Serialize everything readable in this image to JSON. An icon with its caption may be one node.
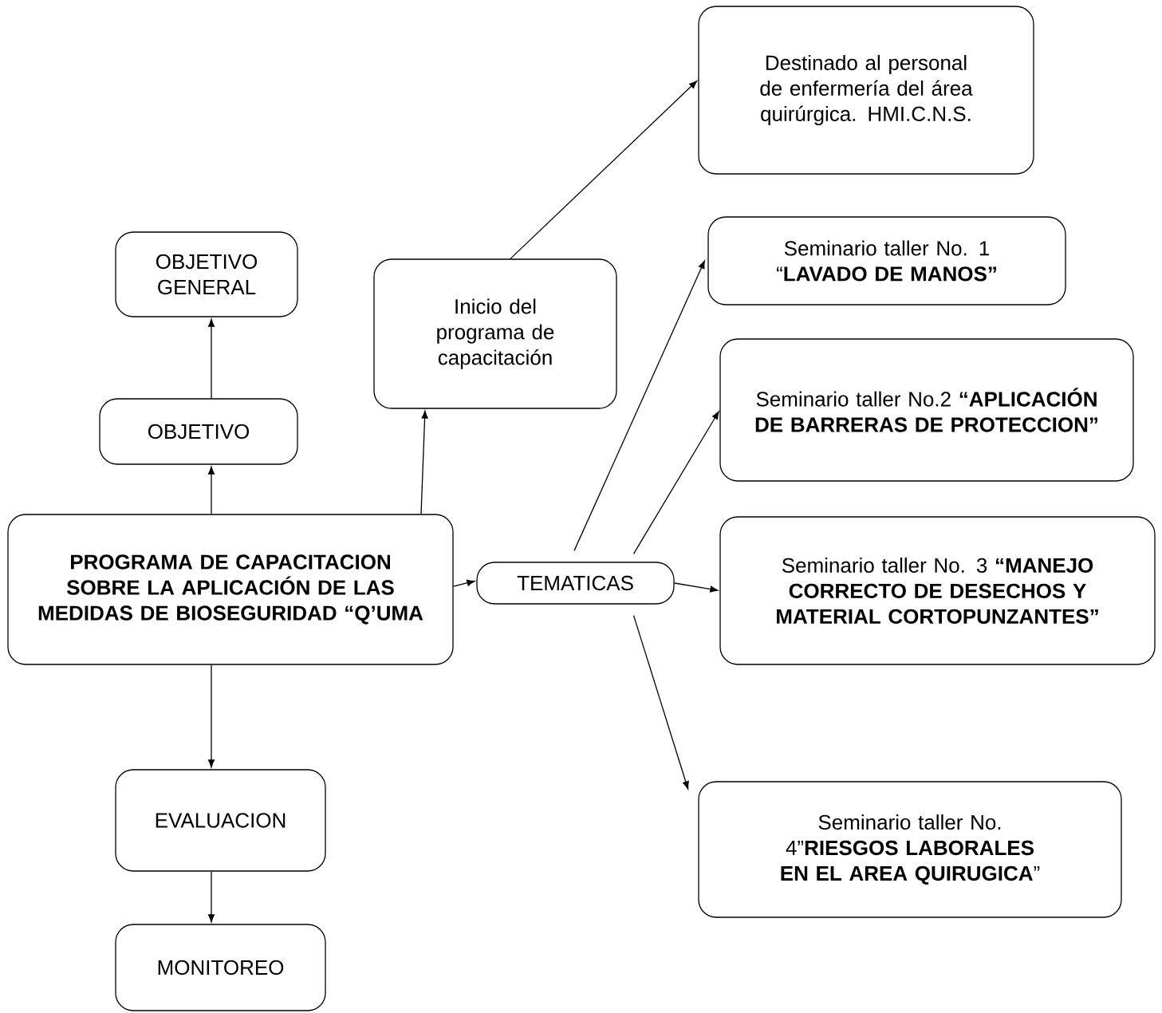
{
  "diagram": {
    "nodes": [
      {
        "text": [
          "PROGRAMA DE CAPACITACION SOBRE LA APLICACIÓN DE LAS MEDIDAS DE BIOSEGURIDAD “Q’UMA"
        ]
      },
      {
        "text": [
          "OBJETIVO"
        ]
      },
      {
        "text": [
          "OBJETIVO GENERAL"
        ]
      },
      {
        "text": [
          "EVALUACION"
        ]
      },
      {
        "text": [
          "MONITOREO"
        ]
      },
      {
        "text": [
          "Inicio del programa de capacitación"
        ]
      },
      {
        "text": [
          "Destinado  al personal de enfermería del área quirúrgica. HMI.C.N.S."
        ]
      },
      {
        "text": [
          "TEMATICAS"
        ]
      },
      {
        "text": [
          "Seminario taller No. 1 “**LAVADO DE MANOS”**"
        ]
      },
      {
        "text": [
          "Seminario taller No.2 **“APLICACIÓN DE BARRERAS DE PROTECCION”**"
        ]
      },
      {
        "text": [
          "Seminario taller No. 3 **“MANEJO CORRECTO DE DESECHOS Y MATERIAL CORTOPUNZANTES”**"
        ]
      },
      {
        "text": [
          "Seminario taller No. 4”**RIESGOS LABORALES EN EL AREA QUIRUGICA**”"
        ]
      }
    ],
    "edges": [
      {
        "from": 0,
        "to": 1,
        "arrow": "to"
      },
      {
        "from": 1,
        "to": 2,
        "arrow": "to"
      },
      {
        "from": 0,
        "to": 3,
        "arrow": "to"
      },
      {
        "from": 3,
        "to": 4,
        "arrow": "to"
      },
      {
        "from": 0,
        "to": 5,
        "arrow": "to"
      },
      {
        "from": 5,
        "to": 6,
        "arrow": "to"
      },
      {
        "from": 0,
        "to": 7,
        "arrow": "to"
      },
      {
        "from": 7,
        "to": 8,
        "arrow": "to"
      },
      {
        "from": 7,
        "to": 9,
        "arrow": "to"
      },
      {
        "from": 7,
        "to": 10,
        "arrow": "to"
      },
      {
        "from": 7,
        "to": 11,
        "arrow": "to"
      }
    ]
  }
}
